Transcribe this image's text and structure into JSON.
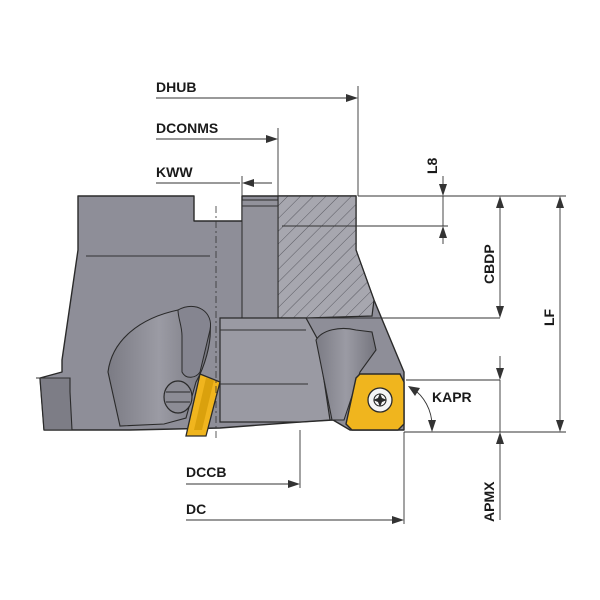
{
  "labels": {
    "dhub": "DHUB",
    "dconms": "DCONMS",
    "kww": "KWW",
    "l8": "L8",
    "cbdp": "CBDP",
    "lf": "LF",
    "kapr": "KAPR",
    "dccb": "DCCB",
    "dc": "DC",
    "apmx": "APMX"
  },
  "colors": {
    "body": "#8e8e98",
    "body_dark": "#6f6f78",
    "body_light": "#a5a5ae",
    "insert": "#f0b51e",
    "insert_edge": "#7a5a00",
    "hatch": "#555555",
    "line": "#333333"
  }
}
